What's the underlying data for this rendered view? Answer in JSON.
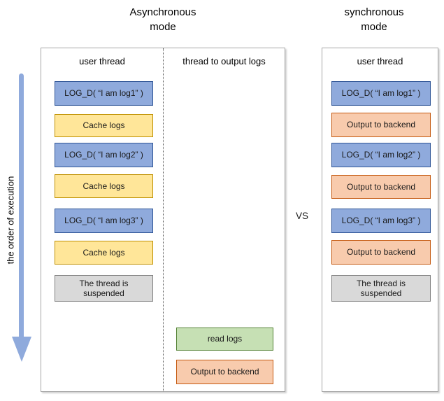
{
  "titles": {
    "async_line1": "Asynchronous",
    "async_line2": "mode",
    "sync_line1": "synchronous",
    "sync_line2": "mode"
  },
  "vs_label": "VS",
  "order_of_execution_label": "the order of execution",
  "arrow_icon": "down-arrow",
  "async_panel": {
    "columns": [
      {
        "header": "user thread"
      },
      {
        "header": "thread to output logs"
      }
    ],
    "user_thread_boxes": [
      {
        "label": "LOG_D( “I am log1” )",
        "type": "blue"
      },
      {
        "label": "Cache logs",
        "type": "yellow"
      },
      {
        "label": "LOG_D( “I am log2” )",
        "type": "blue"
      },
      {
        "label": "Cache logs",
        "type": "yellow"
      },
      {
        "label": "LOG_D( “I am log3” )",
        "type": "blue"
      },
      {
        "label": "Cache logs",
        "type": "yellow"
      },
      {
        "label": "The thread is suspended",
        "type": "gray"
      }
    ],
    "log_output_thread_boxes": [
      {
        "label": "read logs",
        "type": "green"
      },
      {
        "label": "Output to backend",
        "type": "orange"
      }
    ]
  },
  "sync_panel": {
    "columns": [
      {
        "header": "user thread"
      }
    ],
    "user_thread_boxes": [
      {
        "label": "LOG_D( “I am log1” )",
        "type": "blue"
      },
      {
        "label": "Output to backend",
        "type": "orange"
      },
      {
        "label": "LOG_D( “I am log2” )",
        "type": "blue"
      },
      {
        "label": "Output to backend",
        "type": "orange"
      },
      {
        "label": "LOG_D( “I am log3” )",
        "type": "blue"
      },
      {
        "label": "Output to backend",
        "type": "orange"
      },
      {
        "label": "The thread is suspended",
        "type": "gray"
      }
    ]
  },
  "colors": {
    "log_call_fill": "#8FAADC",
    "log_call_border": "#2F5597",
    "cache_fill": "#FFE699",
    "cache_border": "#BF9000",
    "output_fill": "#F8CBAD",
    "output_border": "#C55A11",
    "read_fill": "#C6E0B4",
    "read_border": "#548235",
    "suspended_fill": "#D9D9D9",
    "suspended_border": "#7F7F7F",
    "arrow": "#8FAADC",
    "panel_border": "#A6A6A6"
  }
}
